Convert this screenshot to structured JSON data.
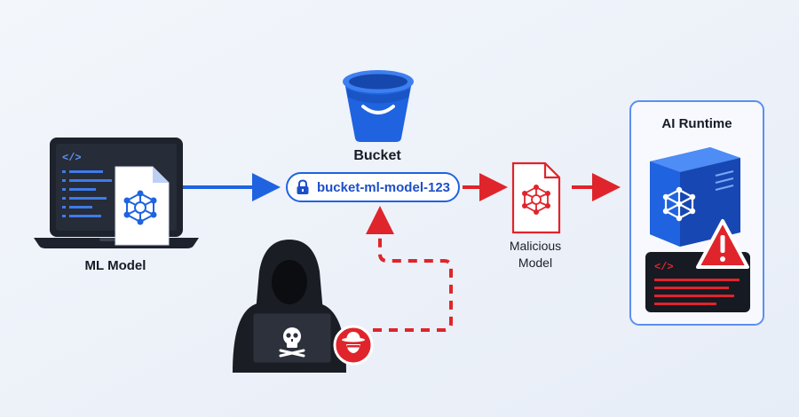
{
  "labels": {
    "ml_model": "ML Model",
    "bucket": "Bucket",
    "bucket_name": "bucket-ml-model-123",
    "malicious_line1": "Malicious",
    "malicious_line2": "Model",
    "ai_runtime": "AI Runtime",
    "code_glyph": "</>"
  },
  "icons": {
    "laptop": "laptop-icon",
    "model_file": "model-file-icon",
    "bucket": "bucket-icon",
    "lock": "lock-icon",
    "malicious_file": "malicious-model-file-icon",
    "server": "server-icon",
    "warning": "warning-icon",
    "terminal": "terminal-icon",
    "hacker": "hacker-icon",
    "skull": "skull-icon",
    "spy_badge": "spy-badge-icon"
  },
  "colors": {
    "background": "#eef2f9",
    "primary_blue": "#1f63e0",
    "danger_red": "#e0242b",
    "dark": "#181c24"
  }
}
